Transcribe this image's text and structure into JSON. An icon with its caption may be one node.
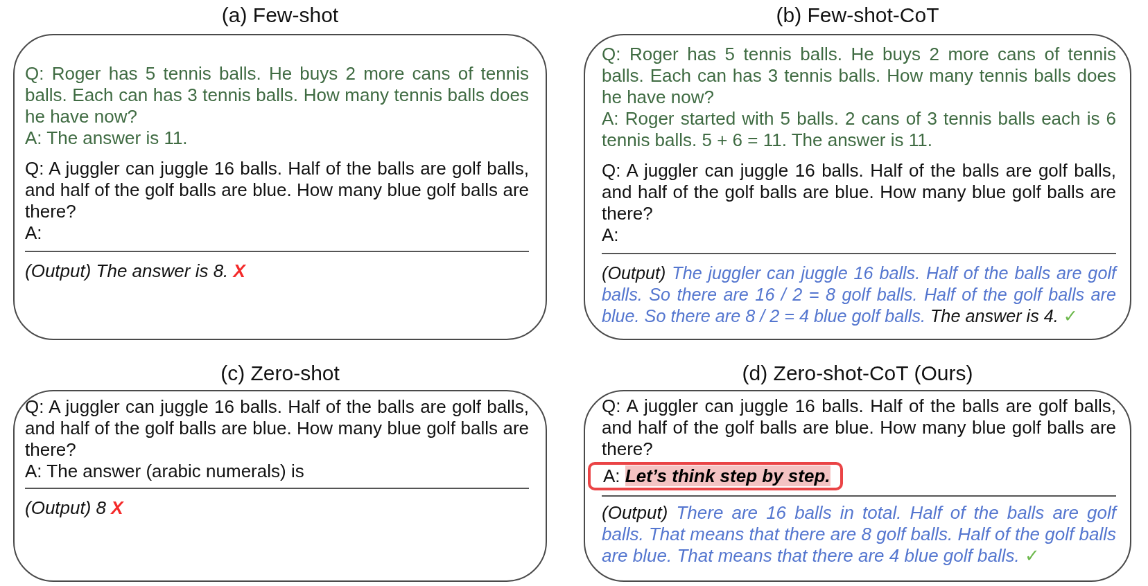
{
  "diagram": {
    "nodes": [
      {
        "text": [
          "(a) Few-shot",
          "Q: Roger has 5 tennis balls. He buys 2 more cans of tennis balls. Each can has 3 tennis balls. How many tennis balls does he have now?",
          "A: The answer is 11.",
          "Q: A juggler can juggle 16 balls. Half of the balls are golf balls, and half of the golf balls are blue. How many blue golf balls are there?",
          "A:",
          "(Output) The answer is 8.",
          "X"
        ]
      },
      {
        "text": [
          "(b) Few-shot-CoT",
          "Q: Roger has 5 tennis balls. He buys 2 more cans of tennis balls. Each can has 3 tennis balls. How many tennis balls does he have now?",
          "A: Roger started with 5 balls. 2 cans of 3 tennis balls each is 6 tennis balls. 5 + 6 = 11. The answer is 11.",
          "Q: A juggler can juggle 16 balls. Half of the balls are golf balls, and half of the golf balls are blue. How many blue golf balls are there?",
          "A:",
          "(Output)",
          "The juggler can juggle 16 balls. Half of the balls are golf balls. So there are 16 / 2 = 8 golf balls. Half of the golf balls are blue. So there are 8 / 2 = 4 blue golf balls.",
          "The answer is 4.",
          "✓"
        ]
      },
      {
        "text": [
          "(c) Zero-shot",
          "Q: A juggler can juggle 16 balls. Half of the balls are golf balls, and half of the golf balls are blue. How many blue golf balls are there?",
          "A: The answer (arabic numerals) is",
          "(Output) 8",
          "X"
        ]
      },
      {
        "text": [
          "(d) Zero-shot-CoT (Ours)",
          "Q: A juggler can juggle 16 balls. Half of the balls are golf balls, and half of the golf balls are blue. How many blue golf balls are there?",
          "(Output)",
          "There are 16 balls in total. Half of the balls are golf balls. That means that there are 8 golf balls. Half of the golf balls are blue. That means that there are 4 blue golf balls.",
          "✓"
        ]
      },
      {
        "text": [
          "A:",
          "Let’s think step by step."
        ],
        "in": 3
      }
    ]
  }
}
